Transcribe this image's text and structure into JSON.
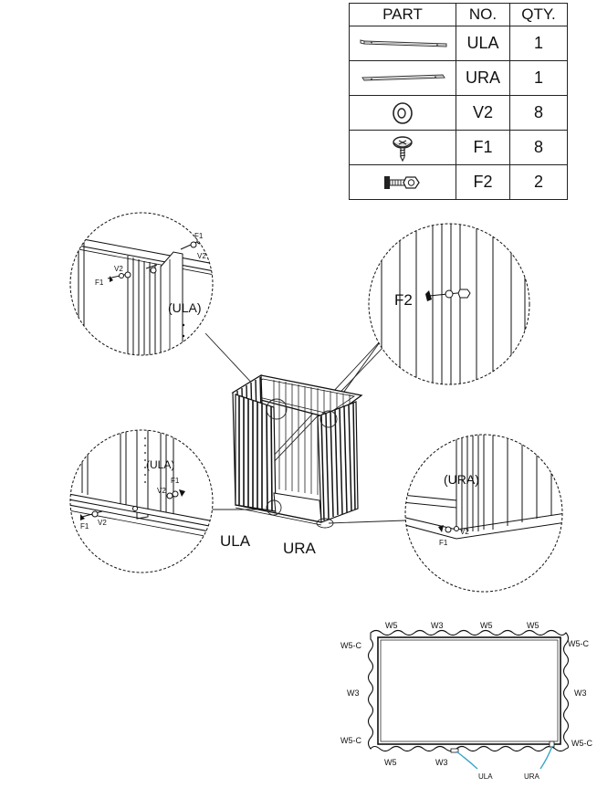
{
  "parts_table": {
    "headers": {
      "part": "PART",
      "no": "NO.",
      "qty": "QTY."
    },
    "rows": [
      {
        "icon": "rail-ula-icon",
        "no": "ULA",
        "qty": "1"
      },
      {
        "icon": "rail-ura-icon",
        "no": "URA",
        "qty": "1"
      },
      {
        "icon": "washer-icon",
        "no": "V2",
        "qty": "8"
      },
      {
        "icon": "screw-icon",
        "no": "F1",
        "qty": "8"
      },
      {
        "icon": "bolt-nut-icon",
        "no": "F2",
        "qty": "2"
      }
    ]
  },
  "detail_top_left": {
    "f1_a": "F1",
    "v2_a": "V2",
    "v2_b": "V2",
    "f1_b": "F1",
    "part": "(ULA)"
  },
  "detail_top_right": {
    "f2": "F2"
  },
  "detail_bottom_left": {
    "part": "(ULA)",
    "f1_a": "F1",
    "v2_a": "V2",
    "f1_b": "F1",
    "v2_b": "V2"
  },
  "detail_bottom_right": {
    "part": "(URA)",
    "v2": "V2",
    "f1": "F1"
  },
  "main_labels": {
    "ula": "ULA",
    "ura": "URA"
  },
  "floor_plan": {
    "top": [
      "W5",
      "W3",
      "W5",
      "W5"
    ],
    "left": [
      "W5-C",
      "W3",
      "W5-C"
    ],
    "right": [
      "W5-C",
      "W3",
      "W5-C"
    ],
    "bottom": [
      "W5",
      "W3"
    ],
    "ula": "ULA",
    "ura": "URA"
  }
}
